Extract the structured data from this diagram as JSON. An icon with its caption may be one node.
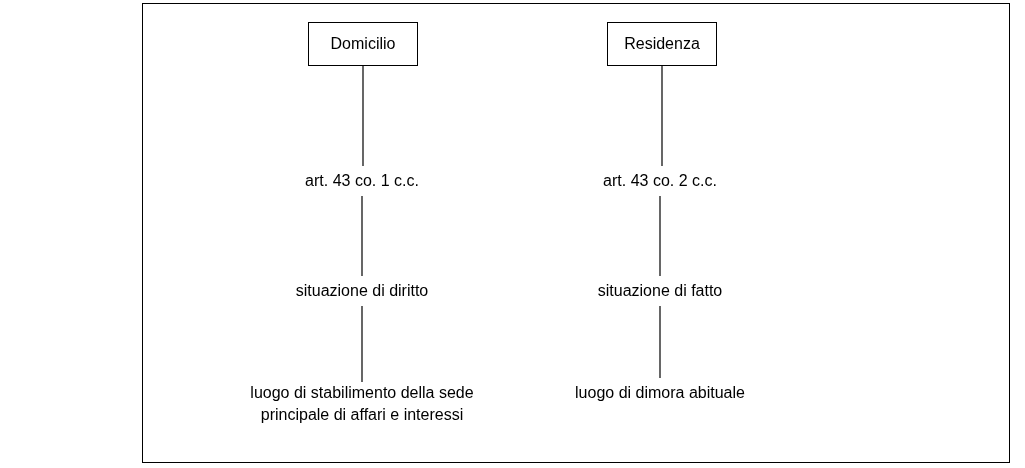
{
  "diagram": {
    "nodes": [
      {
        "text": [
          "Domicilio"
        ]
      },
      {
        "text": [
          "Residenza"
        ]
      },
      {
        "text": [
          "art. 43 co. 1 c.c."
        ]
      },
      {
        "text": [
          "art. 43 co. 2 c.c."
        ]
      },
      {
        "text": [
          "situazione di diritto"
        ]
      },
      {
        "text": [
          "situazione di fatto"
        ]
      },
      {
        "text": [
          "luogo di stabilimento della sede principale di affari e interessi"
        ]
      },
      {
        "text": [
          "luogo di dimora abituale"
        ]
      }
    ],
    "edges": [
      {
        "from": 0,
        "to": 2,
        "arrow": "none"
      },
      {
        "from": 2,
        "to": 4,
        "arrow": "none"
      },
      {
        "from": 4,
        "to": 6,
        "arrow": "none"
      },
      {
        "from": 1,
        "to": 3,
        "arrow": "none"
      },
      {
        "from": 3,
        "to": 5,
        "arrow": "none"
      },
      {
        "from": 5,
        "to": 7,
        "arrow": "none"
      }
    ]
  }
}
